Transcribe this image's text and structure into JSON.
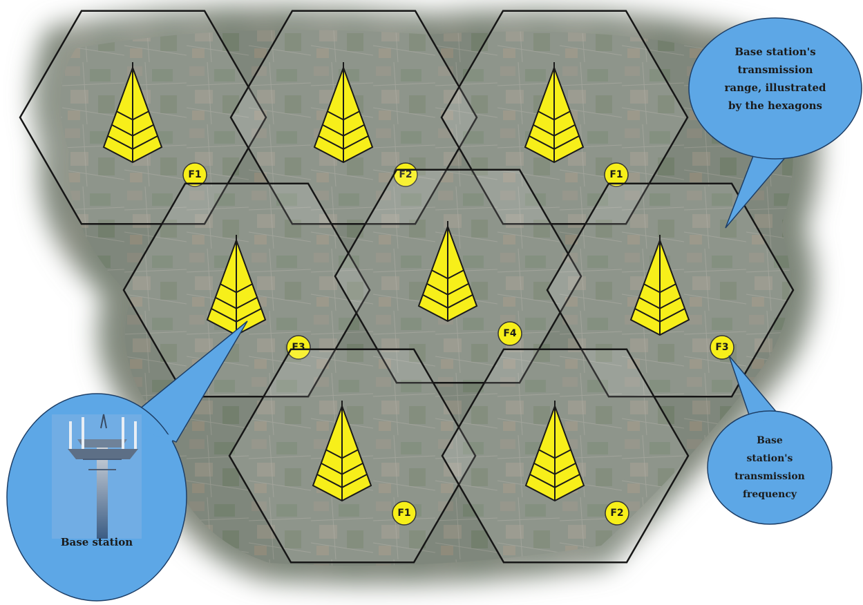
{
  "cells": [
    {
      "id": "top-left",
      "frequency": "F1"
    },
    {
      "id": "top-middle",
      "frequency": "F2"
    },
    {
      "id": "top-right",
      "frequency": "F1"
    },
    {
      "id": "mid-left",
      "frequency": "F3"
    },
    {
      "id": "center",
      "frequency": "F4"
    },
    {
      "id": "mid-right",
      "frequency": "F3"
    },
    {
      "id": "bottom-left",
      "frequency": "F1"
    },
    {
      "id": "bottom-right",
      "frequency": "F2"
    }
  ],
  "callouts": {
    "range": {
      "lines": [
        "Base station's",
        "transmission",
        "range, illustrated",
        "by the hexagons"
      ]
    },
    "frequency": {
      "lines": [
        "Base",
        "station's",
        "transmission",
        "frequency"
      ]
    },
    "station": {
      "label": "Base station"
    }
  },
  "colors": {
    "callout_fill": "#5da7e6",
    "tower_fill": "#f7ef1a",
    "badge_fill": "#f7ef1a",
    "hex_stroke": "#161616",
    "terrain": "#7f877c"
  }
}
